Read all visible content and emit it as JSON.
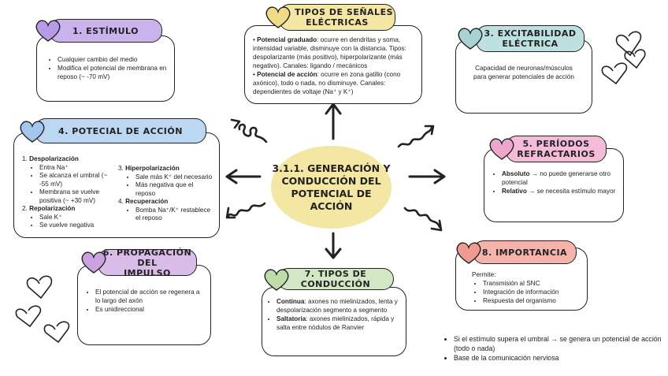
{
  "center": {
    "line1": "3.1.1. GENERACIÓN Y",
    "line2": "CONDUCCIÓN DEL",
    "line3": "POTENCIAL DE ACCIÓN"
  },
  "colors": {
    "purple": "#c9b3ec",
    "blue": "#bcd7f2",
    "yellow": "#f4e7a3",
    "teal": "#bfe0e0",
    "pink": "#f4bcd9",
    "salmon": "#f6b3ac",
    "green": "#d2e8c4",
    "lilac": "#d9bde8"
  },
  "estimulo": {
    "title": "1. ESTÍMULO",
    "items": [
      "Cualquier cambio del medio",
      "Modifica el potencial de membrana en reposo (~ -70 mV)"
    ]
  },
  "senales": {
    "title1": "2. TIPOS DE SEÑALES",
    "title2": "ELÉCTRICAS",
    "p1_bold": "Potencial graduado",
    "p1_text": ": ocurre en dendritas y soma, intensidad variable, disminuye con la distancia. Tipos: despolarizante (más positivo), hiperpolarizante (más negativo). Canales: ligando / mecánicos",
    "p2_bold": "Potencial de acción",
    "p2_text": ": ocurre en zona gatillo (cono axónico), todo o nada, no disminuye. Canales: dependientes de voltaje (Na⁺ y K⁺)"
  },
  "excitabilidad": {
    "title1": "3. EXCITABILIDAD",
    "title2": "ELÉCTRICA",
    "text": "Capacidad de neuronas/músculos para generar potenciales de acción"
  },
  "potencial": {
    "title": "4. POTECIAL DE ACCIÓN",
    "s1": "Despolarización",
    "s1_items": [
      "Entra Na⁺",
      "Se alcanza el umbral (~ -55 mV)",
      "Membrana se vuelve positiva (~ +30 mV)"
    ],
    "s2": "Repolarización",
    "s2_items": [
      "Sale K⁺",
      "Se vuelve negativa"
    ],
    "s3": "Hiperpolarización",
    "s3_items": [
      "Sale más K⁺ del necesario",
      "Más negativa que el reposo"
    ],
    "s4": "Recuperación",
    "s4_items": [
      "Bomba Na⁺/K⁺ restablece el reposo"
    ]
  },
  "refractarios": {
    "title1": "5. PERÍODOS",
    "title2": "REFRACTARIOS",
    "a_bold": "Absoluto",
    "a_text": " → no puede generarse otro potencial",
    "r_bold": "Relativo",
    "r_text": " → se necesita estímulo mayor"
  },
  "propagacion": {
    "title1": "6. PROPAGACIÓN DEL",
    "title2": "IMPULSO",
    "items": [
      "El potencial de acción se regenera a lo largo del axón",
      "Es unidireccional"
    ]
  },
  "conduccion": {
    "title": "7. TIPOS DE CONDUCCIÓN",
    "c_bold": "Continua",
    "c_text": ": axones no mielinizados, lenta y despolarización segmento a segmento",
    "s_bold": "Saltatoria",
    "s_text": ": axones mielinizados, rápida y salta entre nódulos de Ranvier"
  },
  "importancia": {
    "title": "8. IMPORTANCIA",
    "intro": "Permite:",
    "items": [
      "Transmisión al SNC",
      "Integración de información",
      "Respuesta del organismo"
    ]
  },
  "notes": [
    "Si el estímulo supera el umbral → se genera un potencial de acción (todo o nada)",
    "Base de la comunicación nerviosa"
  ]
}
